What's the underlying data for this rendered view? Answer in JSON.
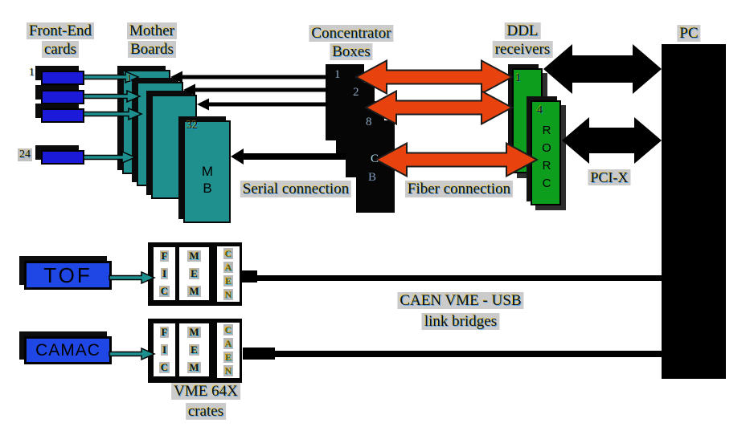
{
  "headers": {
    "front_end": {
      "line1": "Front-End",
      "line2": "cards"
    },
    "mother_boards": {
      "line1": "Mother",
      "line2": "Boards"
    },
    "concentrator": {
      "line1": "Concentrator",
      "line2": "Boxes"
    },
    "ddl": {
      "line1": "DDL",
      "line2": "receivers"
    },
    "pc": "PC"
  },
  "annotations": {
    "serial": "Serial connection",
    "fiber": "Fiber connection",
    "pci_x": "PCI-X",
    "caen_line1": "CAEN VME - USB",
    "caen_line2": "link bridges",
    "vme_line1": "VME 64X",
    "vme_line2": "crates"
  },
  "front_end_cards": {
    "first_index": "1",
    "last_index": "24"
  },
  "mother_boards": {
    "first_index": "1",
    "last_index": "32",
    "mb_line1": "M",
    "mb_line2": "B"
  },
  "concentrator_boxes": {
    "n1": "1",
    "n2": "2",
    "n3": "8",
    "cb_line1": "C",
    "cb_line2": "B"
  },
  "ddl_receivers": {
    "first_index": "1",
    "rorc_index": "4",
    "rorc": {
      "0": "R",
      "1": "O",
      "2": "R",
      "3": "C"
    }
  },
  "sources": {
    "tof": "TOF",
    "camac": "CAMAC"
  },
  "crate_slots": {
    "fic": {
      "0": "F",
      "1": "I",
      "2": "C"
    },
    "mem": {
      "0": "M",
      "1": "E",
      "2": "M"
    },
    "caen": {
      "0": "C",
      "1": "A",
      "2": "E",
      "3": "N"
    }
  },
  "colors": {
    "card_blue": "#1a1ad8",
    "source_blue": "#1f47e6",
    "board_teal": "#20908f",
    "receiver_green": "#0d9e1d",
    "fiber_orange": "#e8430e",
    "black": "#000000"
  }
}
